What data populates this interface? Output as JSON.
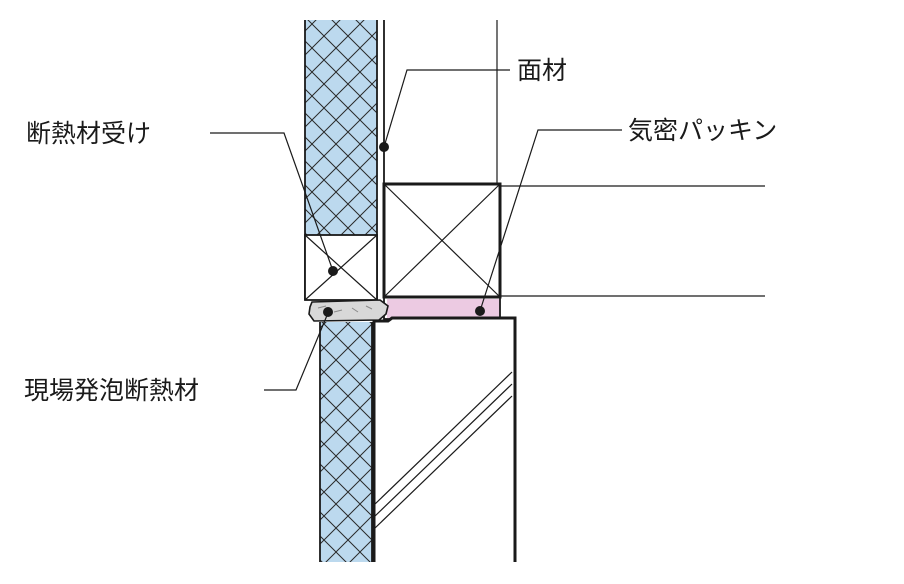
{
  "labels": {
    "facing": "面材",
    "airtight_packing": "気密パッキン",
    "insulation_support": "断熱材受け",
    "spray_foam": "現場発泡断熱材"
  },
  "colors": {
    "insulation_fill": "#bcd9ee",
    "packing_fill": "#eccae2",
    "foam_fill": "#d8d8d8",
    "line": "#1a1a1a"
  }
}
